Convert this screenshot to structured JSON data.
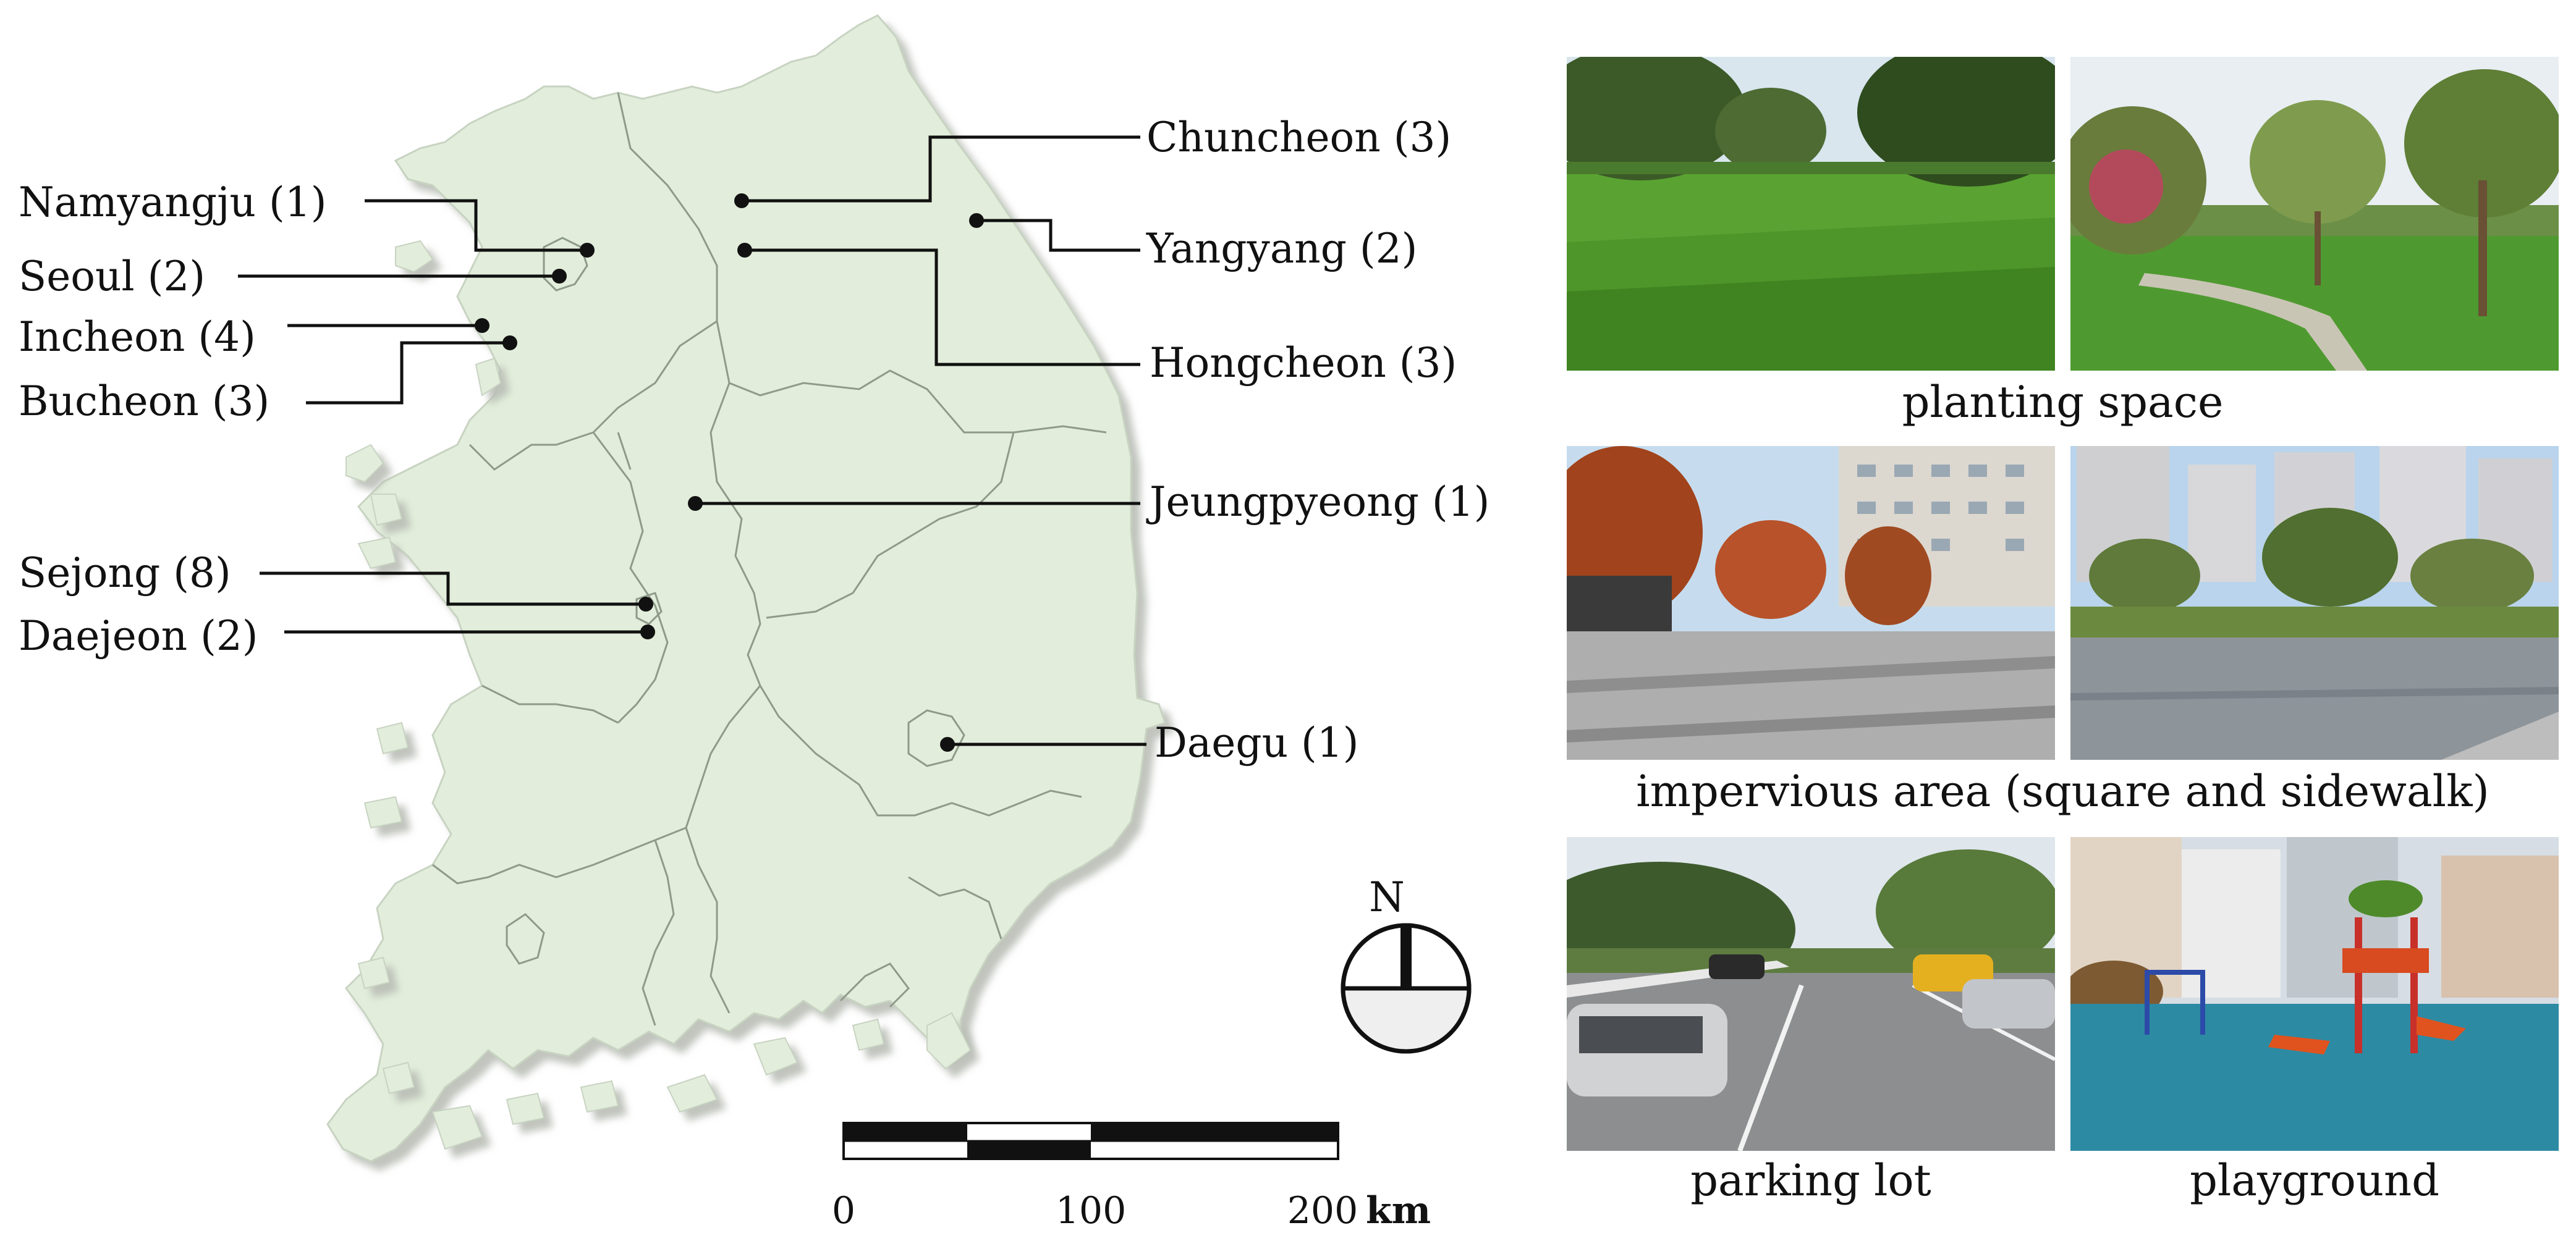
{
  "map": {
    "colors": {
      "land": "#e2eedb",
      "border": "#8e9a8a",
      "shadow": "#c9cec6",
      "leader": "#111111"
    },
    "cities": [
      {
        "name": "Chuncheon (3)"
      },
      {
        "name": "Yangyang (2)"
      },
      {
        "name": "Hongcheon (3)"
      },
      {
        "name": "Jeungpyeong (1)"
      },
      {
        "name": "Daegu (1)"
      },
      {
        "name": "Namyangju (1)"
      },
      {
        "name": "Seoul (2)"
      },
      {
        "name": "Incheon (4)"
      },
      {
        "name": "Bucheon (3)"
      },
      {
        "name": "Sejong (8)"
      },
      {
        "name": "Daejeon (2)"
      }
    ],
    "compass_label": "N",
    "scale_bar": {
      "ticks": [
        "0",
        "100",
        "200"
      ],
      "unit": "km"
    }
  },
  "photos": {
    "captions": {
      "planting": "planting space",
      "impervious": "impervious area (square and sidewalk)",
      "parking": "parking lot",
      "playground": "playground"
    }
  }
}
